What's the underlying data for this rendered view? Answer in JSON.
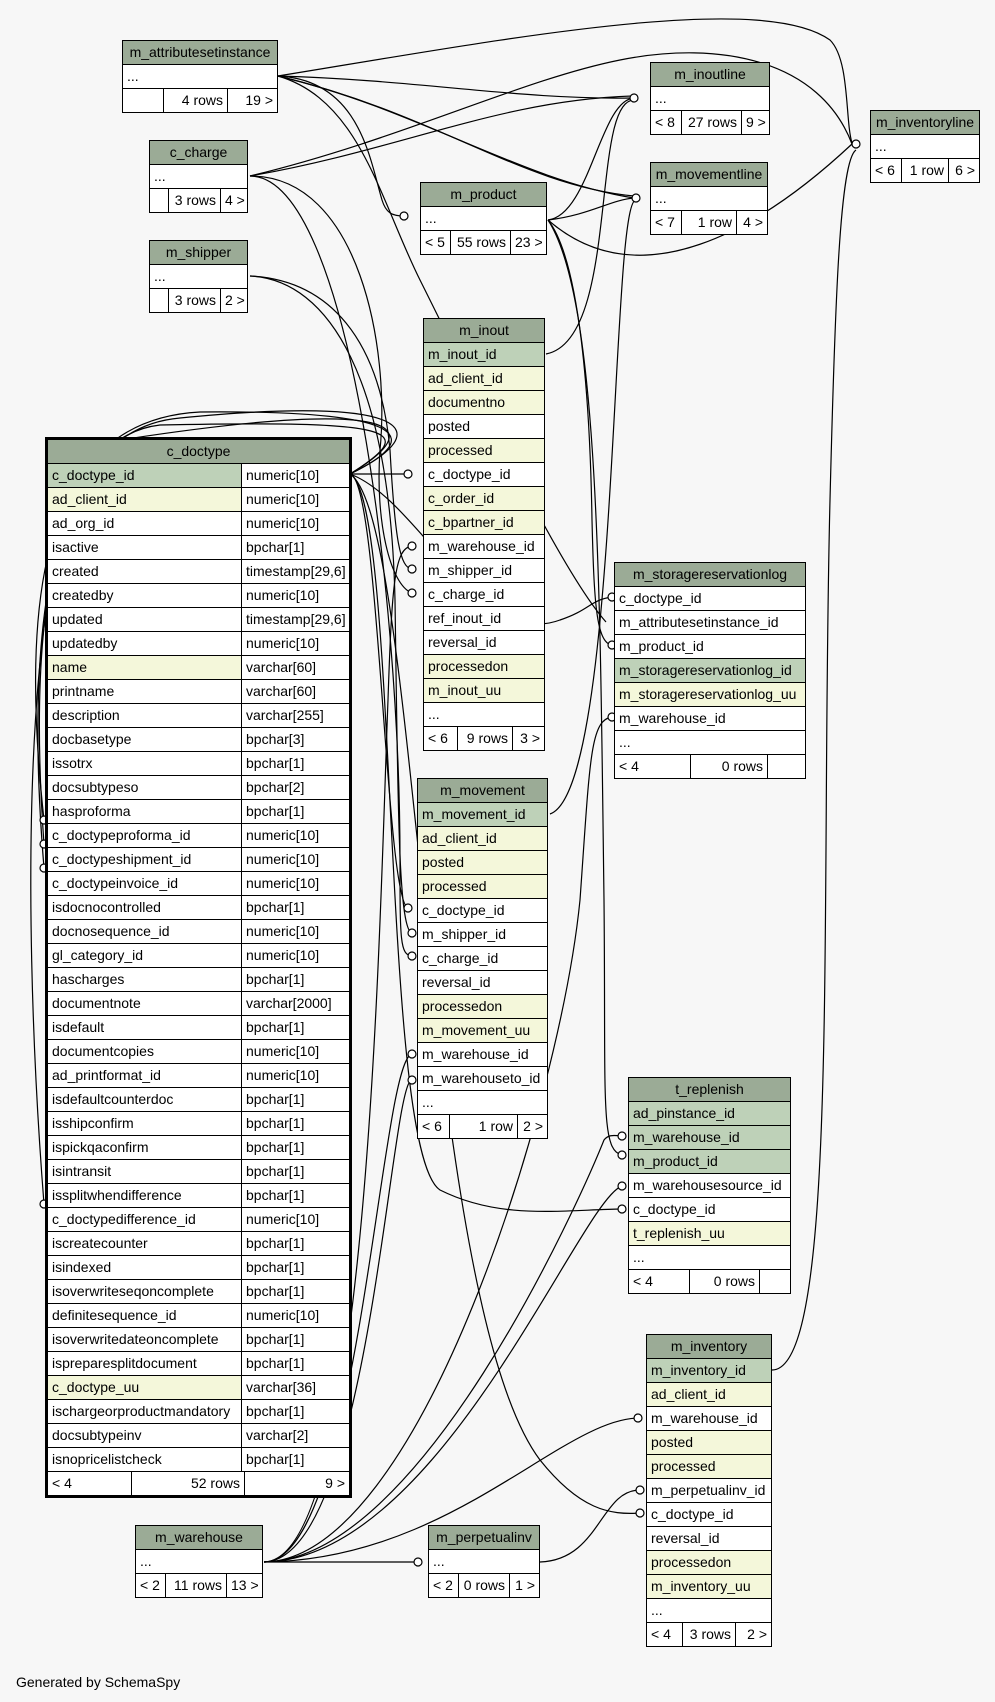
{
  "footer": "Generated by SchemaSpy",
  "tables": {
    "m_attributesetinstance": {
      "title": "m_attributesetinstance",
      "ellipsis": "...",
      "footer": [
        "",
        "4 rows",
        "19 >"
      ]
    },
    "c_charge": {
      "title": "c_charge",
      "ellipsis": "...",
      "footer": [
        "",
        "3 rows",
        "4 >"
      ]
    },
    "m_shipper": {
      "title": "m_shipper",
      "ellipsis": "...",
      "footer": [
        "",
        "3 rows",
        "2 >"
      ]
    },
    "m_product": {
      "title": "m_product",
      "ellipsis": "...",
      "footer": [
        "< 5",
        "55 rows",
        "23 >"
      ]
    },
    "m_inoutline": {
      "title": "m_inoutline",
      "ellipsis": "...",
      "footer": [
        "< 8",
        "27 rows",
        "9 >"
      ]
    },
    "m_movementline": {
      "title": "m_movementline",
      "ellipsis": "...",
      "footer": [
        "< 7",
        "1 row",
        "4 >"
      ]
    },
    "m_inventoryline": {
      "title": "m_inventoryline",
      "ellipsis": "...",
      "footer": [
        "< 6",
        "1 row",
        "6 >"
      ]
    },
    "m_inout": {
      "title": "m_inout",
      "columns": [
        "m_inout_id",
        "ad_client_id",
        "documentno",
        "posted",
        "processed",
        "c_doctype_id",
        "c_order_id",
        "c_bpartner_id",
        "m_warehouse_id",
        "m_shipper_id",
        "c_charge_id",
        "ref_inout_id",
        "reversal_id",
        "processedon",
        "m_inout_uu",
        "..."
      ],
      "footer": [
        "< 6",
        "9 rows",
        "3 >"
      ]
    },
    "m_movement": {
      "title": "m_movement",
      "columns": [
        "m_movement_id",
        "ad_client_id",
        "posted",
        "processed",
        "c_doctype_id",
        "m_shipper_id",
        "c_charge_id",
        "reversal_id",
        "processedon",
        "m_movement_uu",
        "m_warehouse_id",
        "m_warehouseto_id",
        "..."
      ],
      "footer": [
        "< 6",
        "1 row",
        "2 >"
      ]
    },
    "m_storagereservationlog": {
      "title": "m_storagereservationlog",
      "columns": [
        "c_doctype_id",
        "m_attributesetinstance_id",
        "m_product_id",
        "m_storagereservationlog_id",
        "m_storagereservationlog_uu",
        "m_warehouse_id",
        "..."
      ],
      "footer": [
        "< 4",
        "0 rows",
        ""
      ]
    },
    "t_replenish": {
      "title": "t_replenish",
      "columns": [
        "ad_pinstance_id",
        "m_warehouse_id",
        "m_product_id",
        "m_warehousesource_id",
        "c_doctype_id",
        "t_replenish_uu",
        "..."
      ],
      "footer": [
        "< 4",
        "0 rows",
        ""
      ]
    },
    "m_inventory": {
      "title": "m_inventory",
      "columns": [
        "m_inventory_id",
        "ad_client_id",
        "m_warehouse_id",
        "posted",
        "processed",
        "m_perpetualinv_id",
        "c_doctype_id",
        "reversal_id",
        "processedon",
        "m_inventory_uu",
        "..."
      ],
      "footer": [
        "< 4",
        "3 rows",
        "2 >"
      ]
    },
    "m_warehouse": {
      "title": "m_warehouse",
      "ellipsis": "...",
      "footer": [
        "< 2",
        "11 rows",
        "13 >"
      ]
    },
    "m_perpetualinv": {
      "title": "m_perpetualinv",
      "ellipsis": "...",
      "footer": [
        "< 2",
        "0 rows",
        "1 >"
      ]
    },
    "c_doctype": {
      "title": "c_doctype",
      "columns": [
        [
          "c_doctype_id",
          "numeric[10]"
        ],
        [
          "ad_client_id",
          "numeric[10]"
        ],
        [
          "ad_org_id",
          "numeric[10]"
        ],
        [
          "isactive",
          "bpchar[1]"
        ],
        [
          "created",
          "timestamp[29,6]"
        ],
        [
          "createdby",
          "numeric[10]"
        ],
        [
          "updated",
          "timestamp[29,6]"
        ],
        [
          "updatedby",
          "numeric[10]"
        ],
        [
          "name",
          "varchar[60]"
        ],
        [
          "printname",
          "varchar[60]"
        ],
        [
          "description",
          "varchar[255]"
        ],
        [
          "docbasetype",
          "bpchar[3]"
        ],
        [
          "issotrx",
          "bpchar[1]"
        ],
        [
          "docsubtypeso",
          "bpchar[2]"
        ],
        [
          "hasproforma",
          "bpchar[1]"
        ],
        [
          "c_doctypeproforma_id",
          "numeric[10]"
        ],
        [
          "c_doctypeshipment_id",
          "numeric[10]"
        ],
        [
          "c_doctypeinvoice_id",
          "numeric[10]"
        ],
        [
          "isdocnocontrolled",
          "bpchar[1]"
        ],
        [
          "docnosequence_id",
          "numeric[10]"
        ],
        [
          "gl_category_id",
          "numeric[10]"
        ],
        [
          "hascharges",
          "bpchar[1]"
        ],
        [
          "documentnote",
          "varchar[2000]"
        ],
        [
          "isdefault",
          "bpchar[1]"
        ],
        [
          "documentcopies",
          "numeric[10]"
        ],
        [
          "ad_printformat_id",
          "numeric[10]"
        ],
        [
          "isdefaultcounterdoc",
          "bpchar[1]"
        ],
        [
          "isshipconfirm",
          "bpchar[1]"
        ],
        [
          "ispickqaconfirm",
          "bpchar[1]"
        ],
        [
          "isintransit",
          "bpchar[1]"
        ],
        [
          "issplitwhendifference",
          "bpchar[1]"
        ],
        [
          "c_doctypedifference_id",
          "numeric[10]"
        ],
        [
          "iscreatecounter",
          "bpchar[1]"
        ],
        [
          "isindexed",
          "bpchar[1]"
        ],
        [
          "isoverwriteseqoncomplete",
          "bpchar[1]"
        ],
        [
          "definitesequence_id",
          "numeric[10]"
        ],
        [
          "isoverwritedateoncomplete",
          "bpchar[1]"
        ],
        [
          "ispreparesplitdocument",
          "bpchar[1]"
        ],
        [
          "c_doctype_uu",
          "varchar[36]"
        ],
        [
          "ischargeorproductmandatory",
          "bpchar[1]"
        ],
        [
          "docsubtypeinv",
          "varchar[2]"
        ],
        [
          "isnopricelistcheck",
          "bpchar[1]"
        ]
      ],
      "footer": [
        "< 4",
        "52 rows",
        "9 >"
      ]
    }
  },
  "colors": {
    "header": "#9bab96",
    "primary_key": "#bed1b8",
    "indexed": "#f4f7da",
    "background": "#f7f7f7"
  }
}
